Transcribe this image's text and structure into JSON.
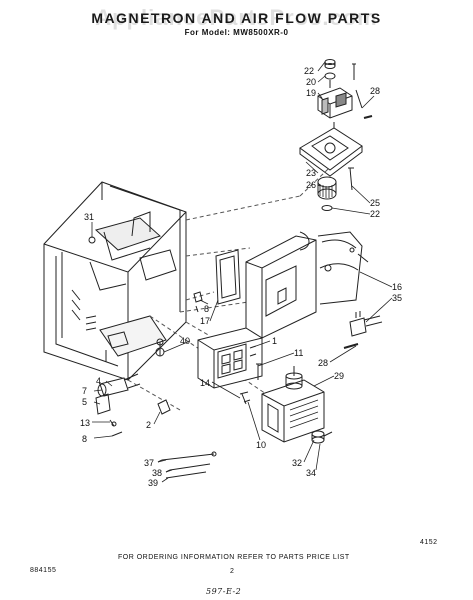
{
  "header": {
    "title": "MAGNETRON AND AIR FLOW PARTS",
    "subtitle": "For Model: MW8500XR-0",
    "watermark": "AppliancePartsPros.com"
  },
  "callouts": [
    {
      "id": "c22a",
      "label": "22"
    },
    {
      "id": "c20",
      "label": "20"
    },
    {
      "id": "c19",
      "label": "19"
    },
    {
      "id": "c28a",
      "label": "28"
    },
    {
      "id": "c23",
      "label": "23"
    },
    {
      "id": "c26",
      "label": "26"
    },
    {
      "id": "c25",
      "label": "25"
    },
    {
      "id": "c22b",
      "label": "22"
    },
    {
      "id": "c31",
      "label": "31"
    },
    {
      "id": "c16",
      "label": "16"
    },
    {
      "id": "c35",
      "label": "35"
    },
    {
      "id": "c8a",
      "label": "8"
    },
    {
      "id": "c17",
      "label": "17"
    },
    {
      "id": "c1",
      "label": "1"
    },
    {
      "id": "c40",
      "label": "40"
    },
    {
      "id": "c11",
      "label": "11"
    },
    {
      "id": "c28b",
      "label": "28"
    },
    {
      "id": "c29",
      "label": "29"
    },
    {
      "id": "c4",
      "label": "4"
    },
    {
      "id": "c7",
      "label": "7"
    },
    {
      "id": "c5",
      "label": "5"
    },
    {
      "id": "c14",
      "label": "14"
    },
    {
      "id": "c13",
      "label": "13"
    },
    {
      "id": "c2",
      "label": "2"
    },
    {
      "id": "c10",
      "label": "10"
    },
    {
      "id": "c8b",
      "label": "8"
    },
    {
      "id": "c37",
      "label": "37"
    },
    {
      "id": "c38",
      "label": "38"
    },
    {
      "id": "c39",
      "label": "39"
    },
    {
      "id": "c32",
      "label": "32"
    },
    {
      "id": "c34",
      "label": "34"
    }
  ],
  "footer": {
    "figure_code": "4152",
    "ordering_note": "FOR ORDERING INFORMATION REFER TO PARTS PRICE LIST",
    "doc_number": "884155",
    "page_number": "2",
    "handwritten": "597-E-2"
  }
}
